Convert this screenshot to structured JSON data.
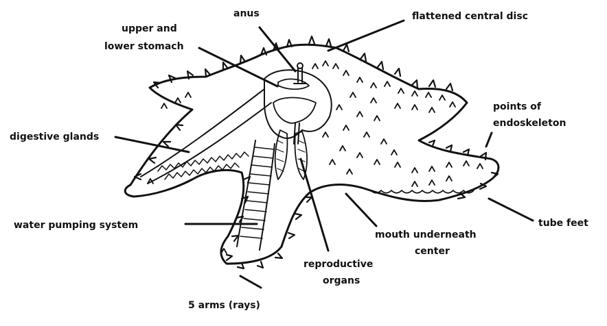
{
  "labels": {
    "anus": "anus",
    "flattened_central_disc": "flattened central disc",
    "stomach_line1": "upper and",
    "stomach_line2": "lower stomach",
    "digestive_glands": "digestive glands",
    "endoskeleton_line1": "points of",
    "endoskeleton_line2": "endoskeleton",
    "water_pumping_system": "water pumping system",
    "mouth_line1": "mouth underneath",
    "mouth_line2": "center",
    "tube_feet": "tube feet",
    "reproductive_line1": "reproductive",
    "reproductive_line2": "organs",
    "arms": "5 arms (rays)"
  }
}
